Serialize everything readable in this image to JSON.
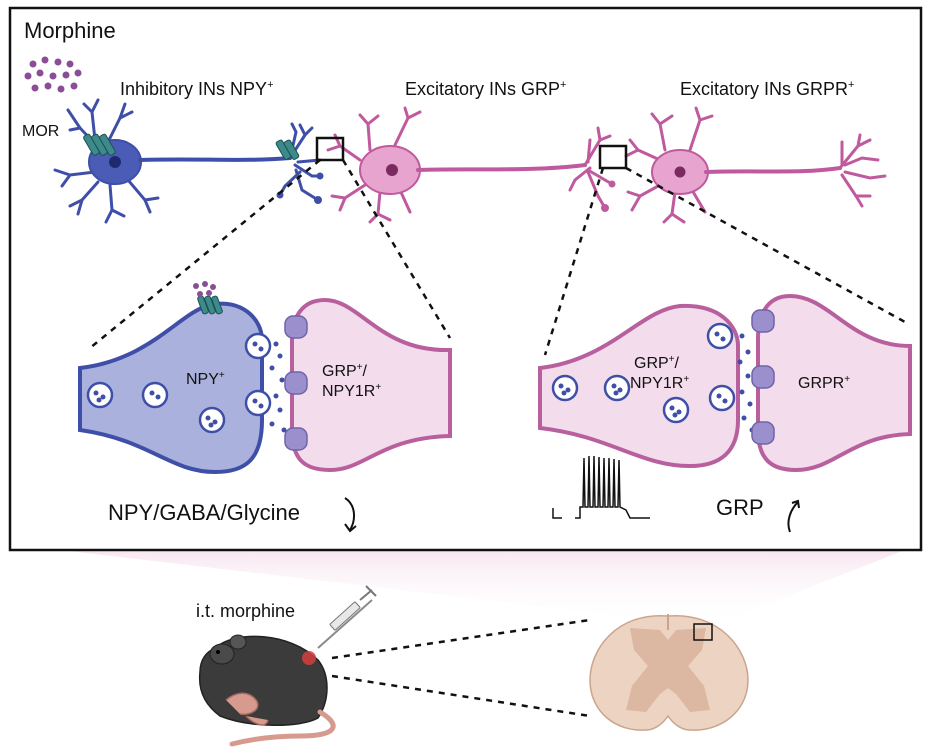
{
  "panel": {
    "title": "Morphine",
    "mor_label": "MOR"
  },
  "neurons": {
    "inhibitory": {
      "name": "Inhibitory INs NPY",
      "sup": "+",
      "color": "#4a5cb5"
    },
    "excitatory_grp": {
      "name": "Excitatory INs GRP",
      "sup": "+",
      "color": "#c05a9e"
    },
    "excitatory_grpr": {
      "name": "Excitatory INs GRPR",
      "sup": "+",
      "color": "#c05a9e"
    }
  },
  "synapse_left": {
    "pre_label": "NPY",
    "pre_sup": "+",
    "post_line1": "GRP",
    "post_line1_sup": "+",
    "post_line1_tail": "/",
    "post_line2": "NPY1R",
    "post_line2_sup": "+",
    "effect": "NPY/GABA/Glycine",
    "direction": "down"
  },
  "synapse_right": {
    "pre_line1": "GRP",
    "pre_line1_sup": "+",
    "pre_line1_tail": "/",
    "pre_line2": "NPY1R",
    "pre_line2_sup": "+",
    "post_label": "GRPR",
    "post_sup": "+",
    "effect": "GRP",
    "direction": "up"
  },
  "bottom": {
    "injection_label": "i.t. morphine"
  },
  "colors": {
    "blue_fill": "#a9b1dc",
    "blue_stroke": "#3f4fa8",
    "pink_fill": "#f3dcec",
    "pink_stroke": "#b8609e",
    "drug_dots": "#8a4e97",
    "receptor": "#9c8fce",
    "cord": "#edd3c1",
    "cord_grey": "#dcb7a1"
  }
}
